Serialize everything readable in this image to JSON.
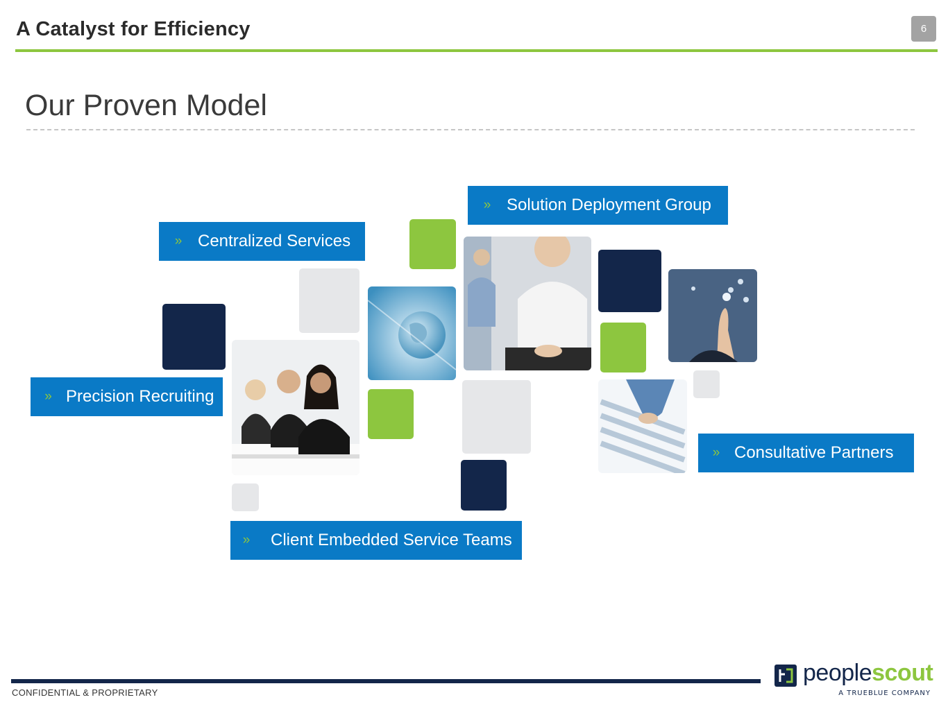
{
  "header": {
    "title": "A Catalyst for Efficiency",
    "page_number": "6"
  },
  "section": {
    "title": "Our Proven Model"
  },
  "labels": {
    "chevron": "»",
    "solution_deployment": "Solution Deployment Group",
    "centralized_services": "Centralized Services",
    "precision_recruiting": "Precision Recruiting",
    "consultative_partners": "Consultative Partners",
    "client_embedded": "Client Embedded Service Teams"
  },
  "footer": {
    "confidential": "CONFIDENTIAL & PROPRIETARY"
  },
  "logo": {
    "word_part1": "people",
    "word_part2": "scout",
    "tagline": "A TRUEBLUE COMPANY"
  },
  "colors": {
    "accent_green": "#8dc63f",
    "label_blue": "#0a7ac6",
    "navy": "#13264a",
    "tile_grey": "#e6e7e9"
  }
}
